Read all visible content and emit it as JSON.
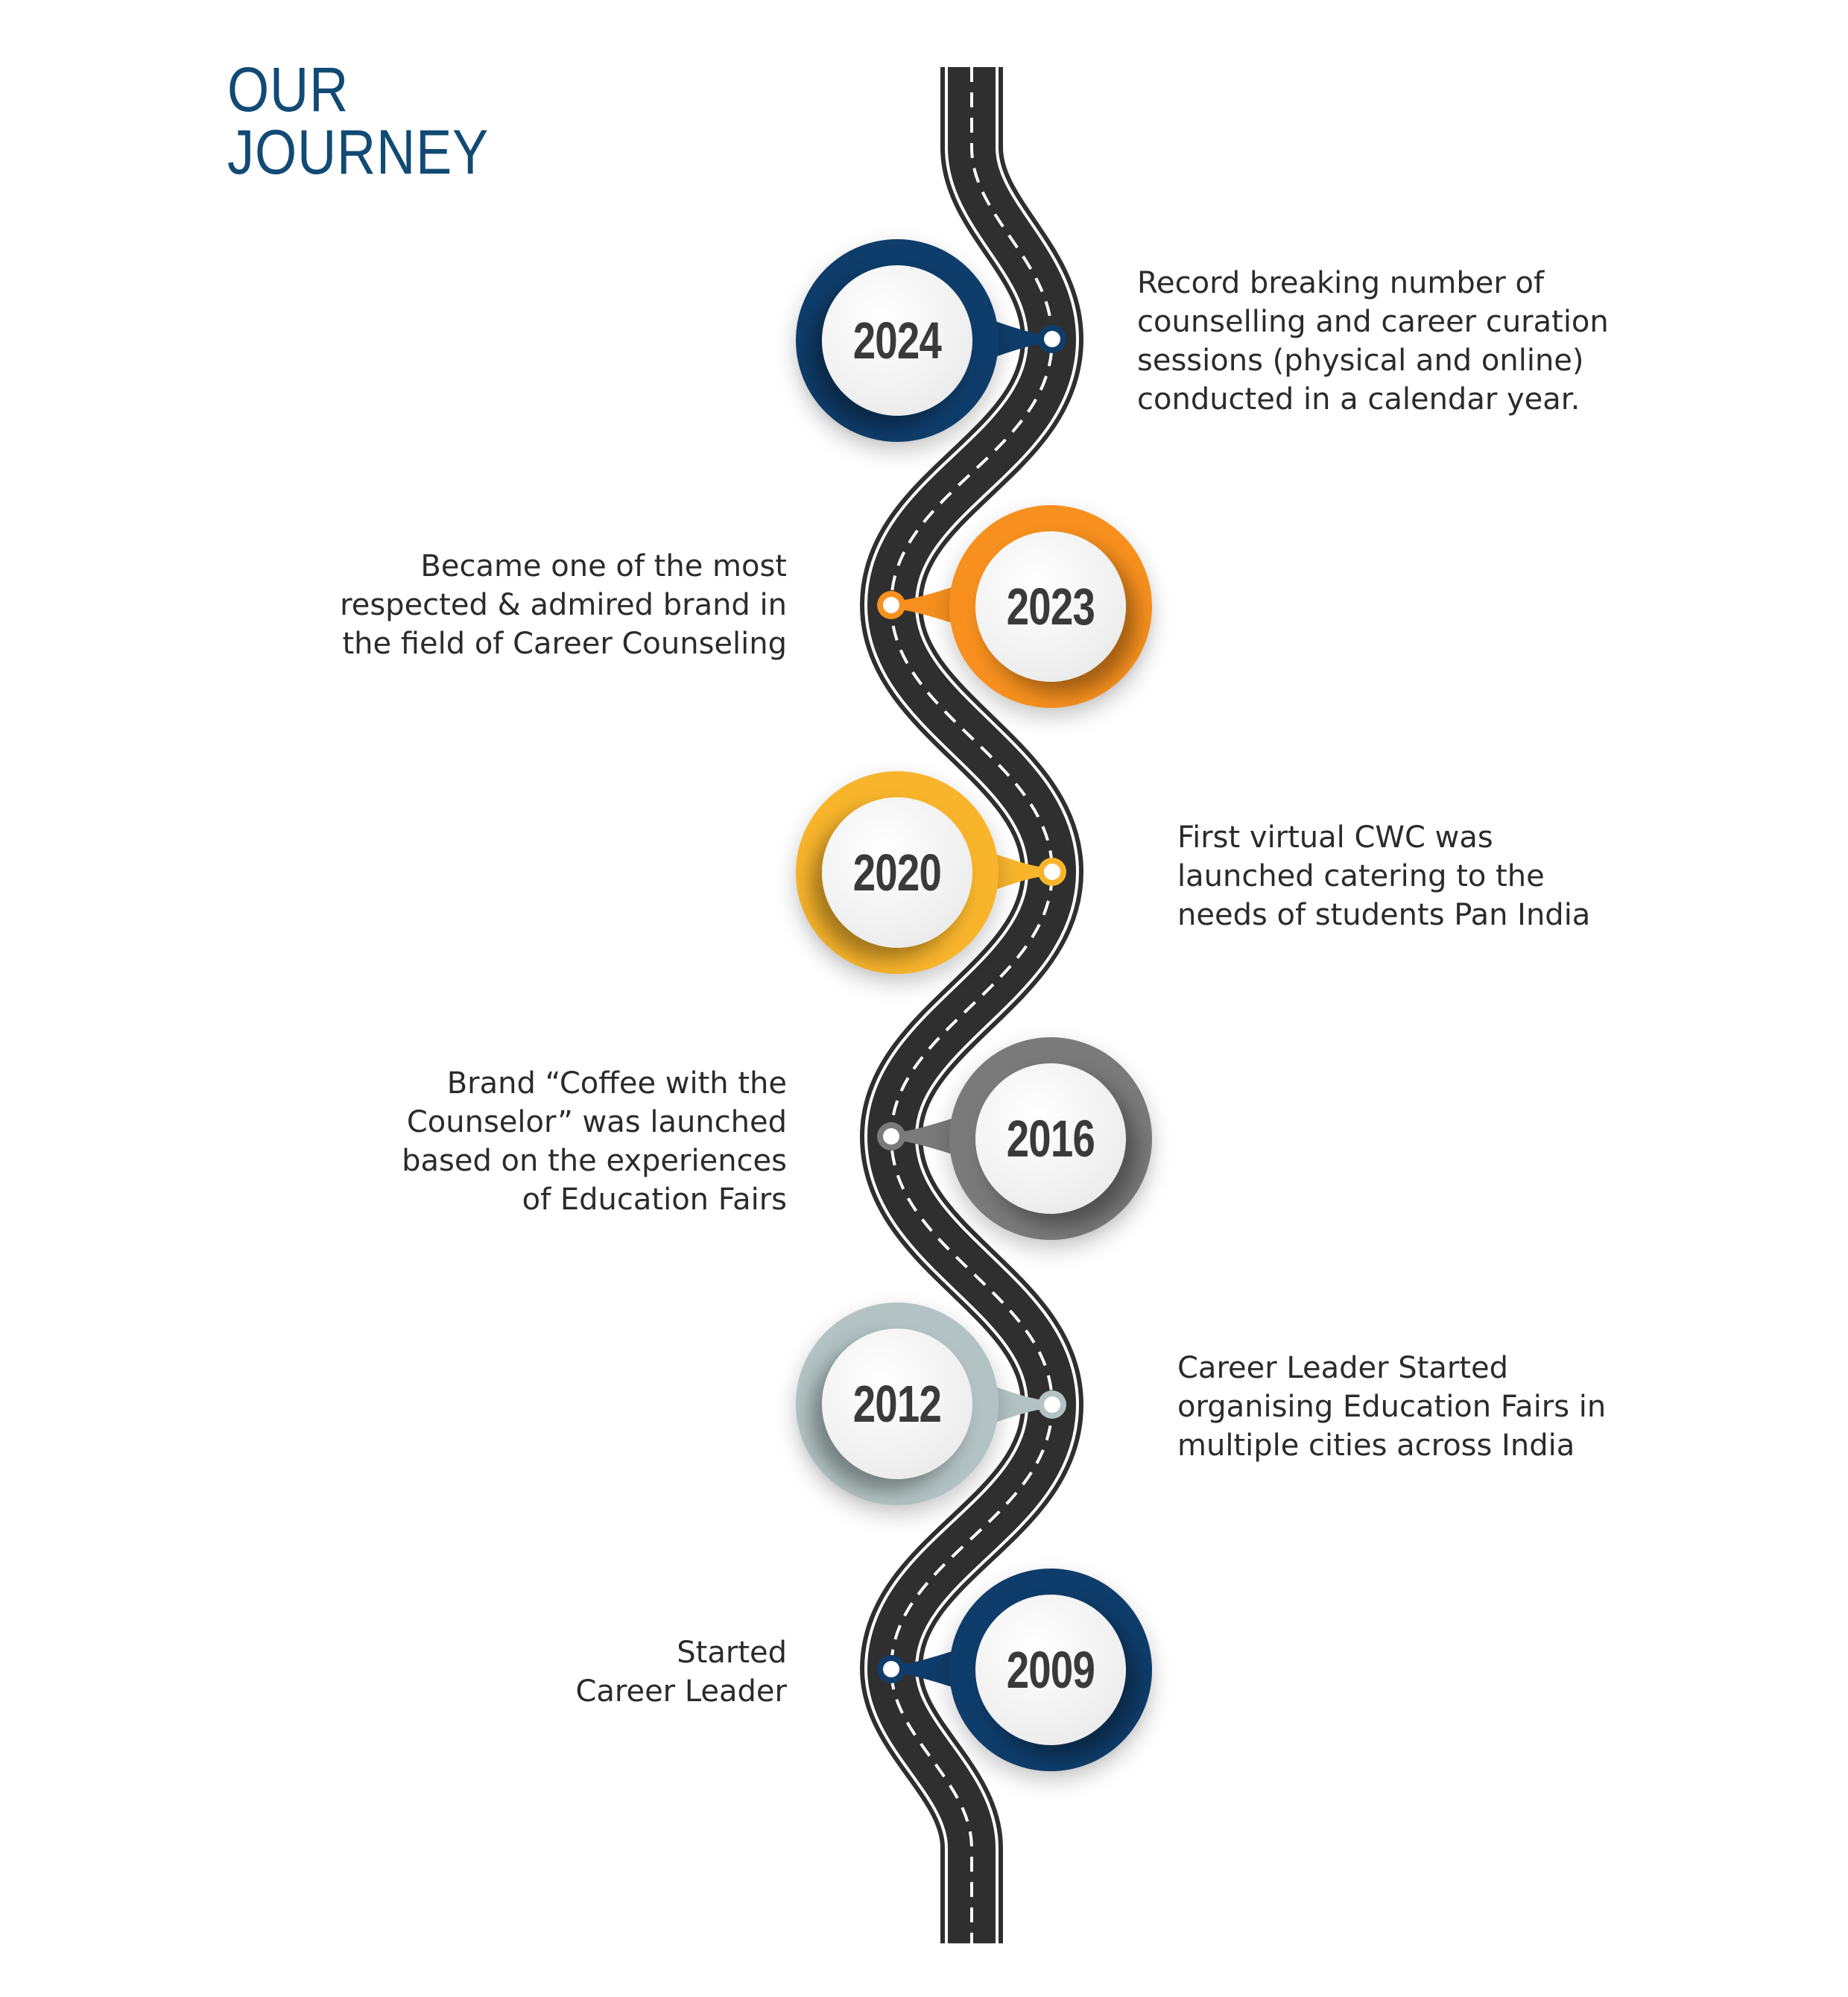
{
  "title": {
    "line1": "OUR",
    "line2": "JOURNEY"
  },
  "colors": {
    "title": "#114a74",
    "road": "#2f2f2f",
    "road_markings": "#ffffff",
    "navy": "#0f3d6b",
    "orange": "#f7901e",
    "yellow": "#f8b52c",
    "gray": "#7a7a7a",
    "light_gray": "#b3c3c3"
  },
  "milestones": [
    {
      "year": "2024",
      "lines": [
        "Record breaking number of",
        "counselling and career curation",
        "sessions (physical and online)",
        "conducted in a calendar year."
      ]
    },
    {
      "year": "2023",
      "lines": [
        "Became one of the most",
        "respected & admired brand in",
        "the field of Career Counseling"
      ]
    },
    {
      "year": "2020",
      "lines": [
        "First virtual CWC was",
        "launched catering to the",
        "needs of students Pan India"
      ]
    },
    {
      "year": "2016",
      "lines": [
        "Brand “Coffee with the",
        "Counselor” was launched",
        "based on the experiences",
        "of Education Fairs"
      ]
    },
    {
      "year": "2012",
      "lines": [
        "Career Leader Started",
        "organising Education Fairs in",
        "multiple cities across India"
      ]
    },
    {
      "year": "2009",
      "lines": [
        "Started",
        "Career Leader"
      ]
    }
  ]
}
